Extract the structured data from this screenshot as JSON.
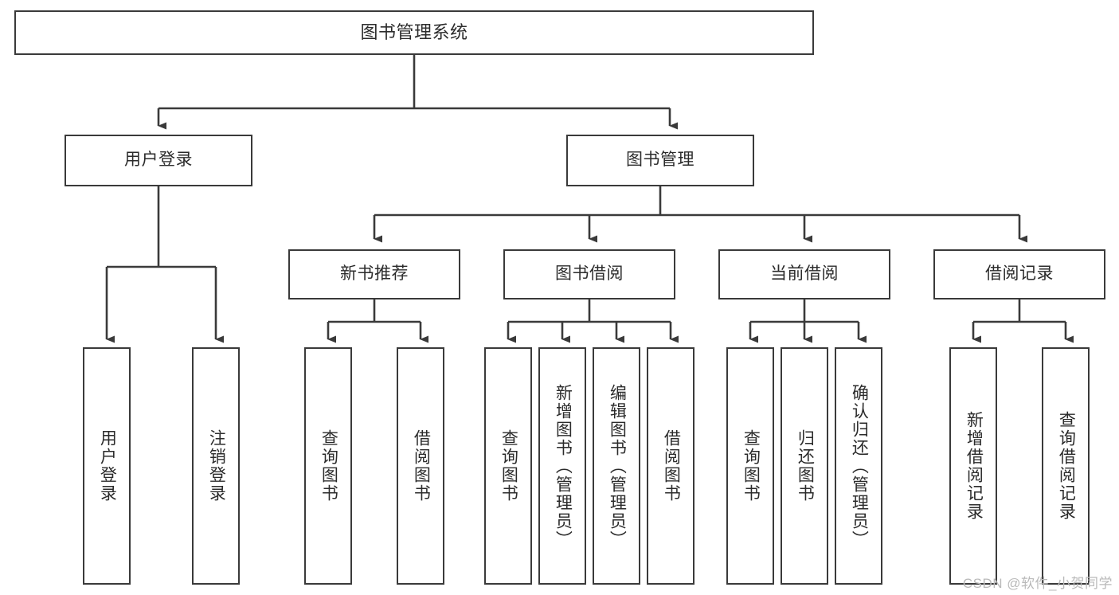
{
  "diagram": {
    "title": "图书管理系统",
    "orientation": "top-down-tree",
    "line_color": "#3a3a3a",
    "box_fill": "#ffffff",
    "text_color": "#2b2b2b",
    "nodes": {
      "root": {
        "label": "图书管理系统"
      },
      "level2": [
        {
          "id": "user-login",
          "label": "用户登录"
        },
        {
          "id": "book-management",
          "label": "图书管理"
        }
      ],
      "level3": [
        {
          "id": "new-book-recommend",
          "label": "新书推荐"
        },
        {
          "id": "book-borrow",
          "label": "图书借阅"
        },
        {
          "id": "current-borrow",
          "label": "当前借阅"
        },
        {
          "id": "borrow-record",
          "label": "借阅记录"
        }
      ],
      "leaves": {
        "user_login": [
          {
            "id": "leaf-user-login",
            "label": "用户登录"
          },
          {
            "id": "leaf-logout-login",
            "label": "注销登录"
          }
        ],
        "new_book_recommend": [
          {
            "id": "leaf-query-book-1",
            "label": "查询图书"
          },
          {
            "id": "leaf-borrow-book-1",
            "label": "借阅图书"
          }
        ],
        "book_borrow": [
          {
            "id": "leaf-query-book-2",
            "label": "查询图书"
          },
          {
            "id": "leaf-add-book",
            "label": "新增图书（管理员）"
          },
          {
            "id": "leaf-edit-book",
            "label": "编辑图书（管理员）"
          },
          {
            "id": "leaf-borrow-book-2",
            "label": "借阅图书"
          }
        ],
        "current_borrow": [
          {
            "id": "leaf-query-book-3",
            "label": "查询图书"
          },
          {
            "id": "leaf-return-book",
            "label": "归还图书"
          },
          {
            "id": "leaf-confirm-return",
            "label": "确认归还（管理员）"
          }
        ],
        "borrow_record": [
          {
            "id": "leaf-add-record",
            "label": "新增借阅记录"
          },
          {
            "id": "leaf-query-record",
            "label": "查询借阅记录"
          }
        ]
      }
    },
    "watermark": "CSDN @软件_小贺同学"
  }
}
